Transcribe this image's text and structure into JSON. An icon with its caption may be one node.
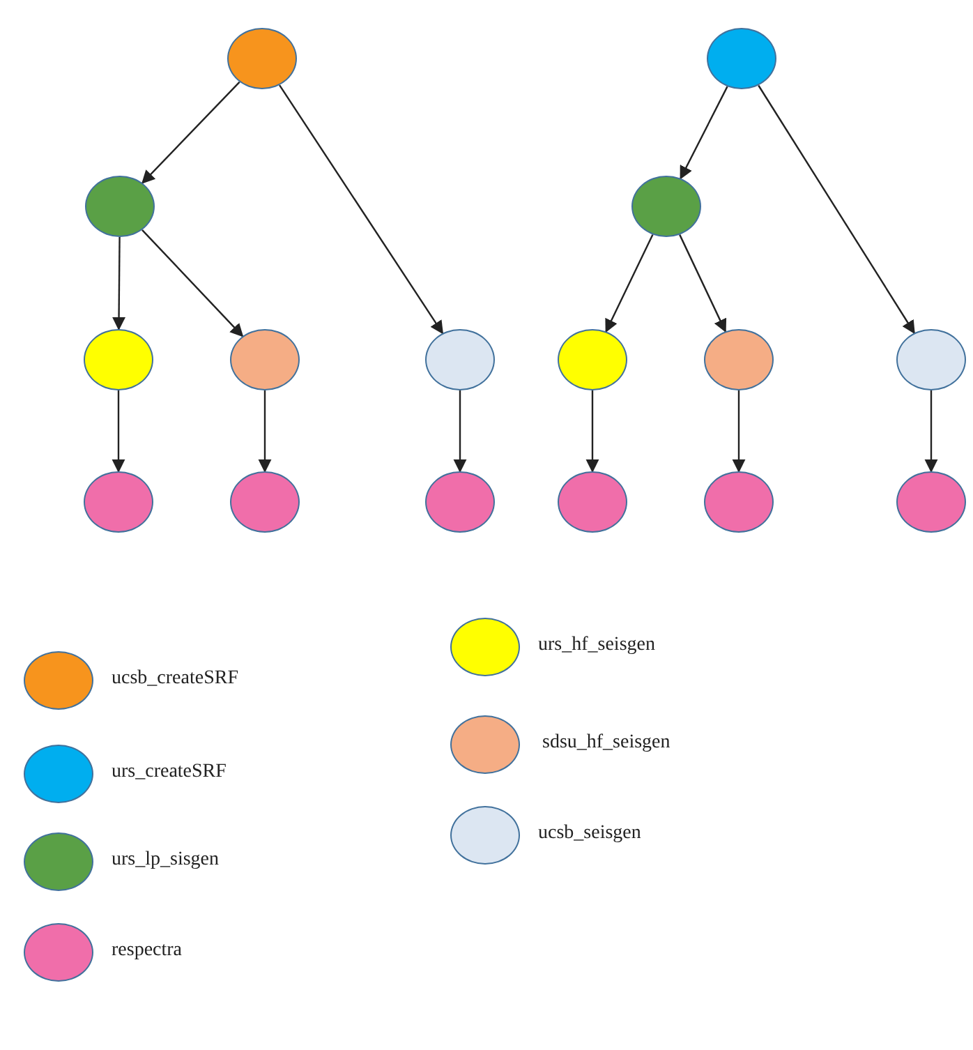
{
  "diagram": {
    "nodes": [
      {
        "text": [],
        "shape": "circle"
      },
      {
        "text": [],
        "shape": "circle"
      },
      {
        "text": [],
        "shape": "circle"
      },
      {
        "text": [],
        "shape": "circle"
      },
      {
        "text": [],
        "shape": "circle"
      },
      {
        "text": [],
        "shape": "circle"
      },
      {
        "text": [],
        "shape": "circle"
      },
      {
        "text": [],
        "shape": "circle"
      },
      {
        "text": [],
        "shape": "circle"
      },
      {
        "text": [],
        "shape": "circle"
      },
      {
        "text": [],
        "shape": "circle"
      },
      {
        "text": [],
        "shape": "circle"
      },
      {
        "text": [],
        "shape": "circle"
      },
      {
        "text": [],
        "shape": "circle"
      },
      {
        "text": [],
        "shape": "circle"
      },
      {
        "text": [],
        "shape": "circle"
      }
    ],
    "edges": [
      {
        "from": 0,
        "to": 2,
        "arrow": "to"
      },
      {
        "from": 0,
        "to": 6,
        "arrow": "to"
      },
      {
        "from": 2,
        "to": 4,
        "arrow": "to"
      },
      {
        "from": 2,
        "to": 5,
        "arrow": "to"
      },
      {
        "from": 4,
        "to": 10,
        "arrow": "to"
      },
      {
        "from": 5,
        "to": 11,
        "arrow": "to"
      },
      {
        "from": 6,
        "to": 12,
        "arrow": "to"
      },
      {
        "from": 1,
        "to": 3,
        "arrow": "to"
      },
      {
        "from": 1,
        "to": 9,
        "arrow": "to"
      },
      {
        "from": 3,
        "to": 7,
        "arrow": "to"
      },
      {
        "from": 3,
        "to": 8,
        "arrow": "to"
      },
      {
        "from": 7,
        "to": 13,
        "arrow": "to"
      },
      {
        "from": 8,
        "to": 14,
        "arrow": "to"
      },
      {
        "from": 9,
        "to": 15,
        "arrow": "to"
      }
    ],
    "legend": [
      {
        "text": "ucsb_createSRF",
        "color": "#f7941d"
      },
      {
        "text": "urs_createSRF",
        "color": "#00aeef"
      },
      {
        "text": "urs_lp_sisgen",
        "color": "#5aa046"
      },
      {
        "text": "respectra",
        "color": "#f06eaa"
      },
      {
        "text": "urs_hf_seisgen",
        "color": "#ffff00"
      },
      {
        "text": "sdsu_hf_seisgen",
        "color": "#f5ad85"
      },
      {
        "text": "ucsb_seisgen",
        "color": "#dce6f2"
      }
    ]
  }
}
